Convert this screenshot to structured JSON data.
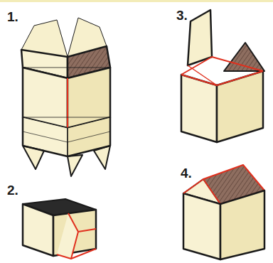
{
  "diagram": {
    "labels": [
      "1.",
      "3.",
      "2.",
      "4."
    ]
  }
}
